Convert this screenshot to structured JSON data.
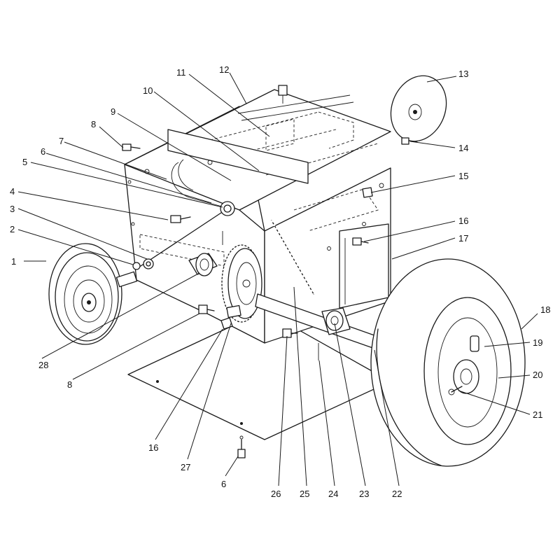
{
  "callouts": [
    {
      "id": "c1",
      "label": "1"
    },
    {
      "id": "c2",
      "label": "2"
    },
    {
      "id": "c3",
      "label": "3"
    },
    {
      "id": "c4",
      "label": "4"
    },
    {
      "id": "c5",
      "label": "5"
    },
    {
      "id": "c6a",
      "label": "6"
    },
    {
      "id": "c7",
      "label": "7"
    },
    {
      "id": "c8a",
      "label": "8"
    },
    {
      "id": "c9",
      "label": "9"
    },
    {
      "id": "c10",
      "label": "10"
    },
    {
      "id": "c11",
      "label": "11"
    },
    {
      "id": "c12",
      "label": "12"
    },
    {
      "id": "c13",
      "label": "13"
    },
    {
      "id": "c14",
      "label": "14"
    },
    {
      "id": "c15",
      "label": "15"
    },
    {
      "id": "c16a",
      "label": "16"
    },
    {
      "id": "c17",
      "label": "17"
    },
    {
      "id": "c18",
      "label": "18"
    },
    {
      "id": "c19",
      "label": "19"
    },
    {
      "id": "c20",
      "label": "20"
    },
    {
      "id": "c21",
      "label": "21"
    },
    {
      "id": "c22",
      "label": "22"
    },
    {
      "id": "c23",
      "label": "23"
    },
    {
      "id": "c24",
      "label": "24"
    },
    {
      "id": "c25",
      "label": "25"
    },
    {
      "id": "c26",
      "label": "26"
    },
    {
      "id": "c27",
      "label": "27"
    },
    {
      "id": "c16b",
      "label": "16"
    },
    {
      "id": "c8b",
      "label": "8"
    },
    {
      "id": "c28",
      "label": "28"
    },
    {
      "id": "c6b",
      "label": "6"
    }
  ]
}
